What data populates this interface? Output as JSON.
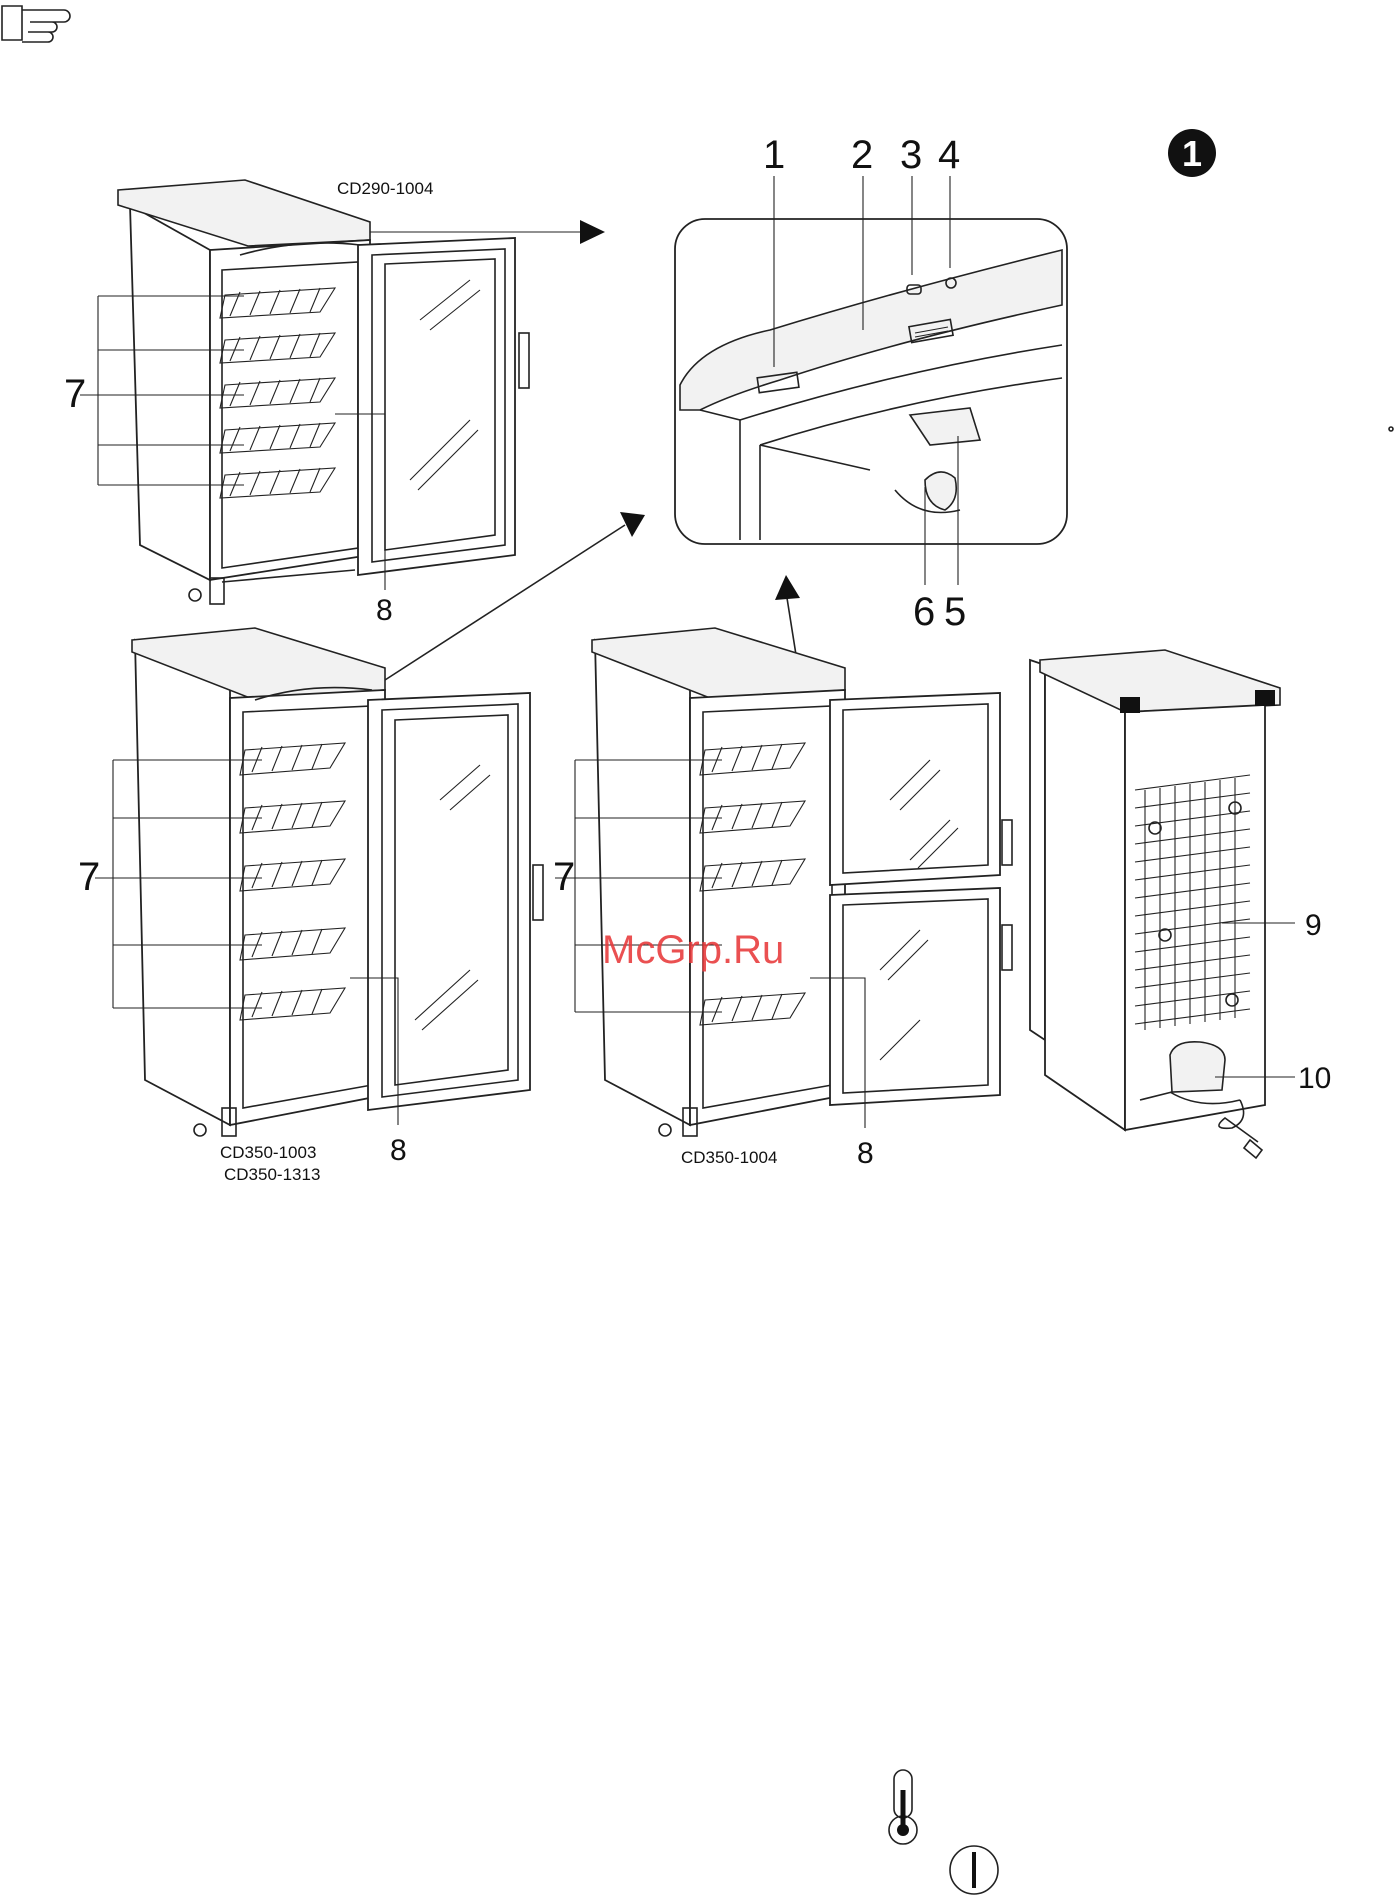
{
  "figure_badge": "1",
  "watermark": "McGrp.Ru",
  "models": {
    "top_left": "CD290-1004",
    "bottom_left_1": "CD350-1003",
    "bottom_left_2": "CD350-1313",
    "bottom_mid": "CD350-1004"
  },
  "callouts": {
    "c1": "1",
    "c2": "2",
    "c3": "3",
    "c4": "4",
    "c5": "5",
    "c6": "6",
    "c7a": "7",
    "c8a": "8",
    "c7b": "7",
    "c8b": "8",
    "c7c": "7",
    "c8c": "8",
    "c9": "9",
    "c10": "10"
  },
  "icons": [
    "pointing-hand-icon",
    "thermometer-icon",
    "power-icon"
  ]
}
